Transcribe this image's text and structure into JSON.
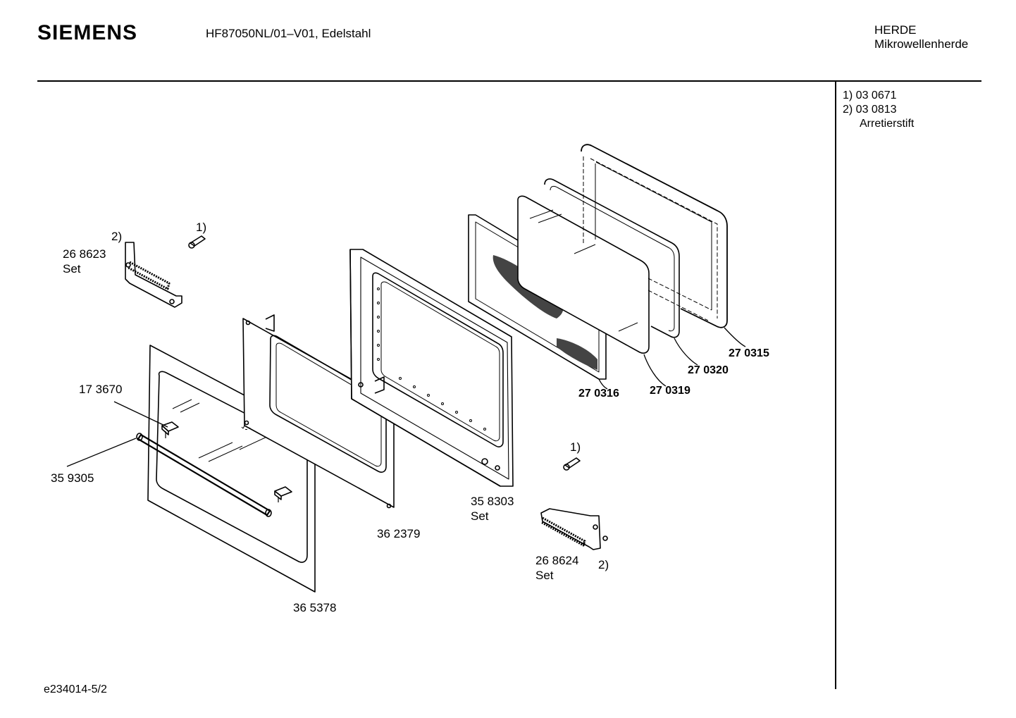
{
  "header": {
    "brand": "SIEMENS",
    "model": "HF87050NL/01–V01, Edelstahl",
    "category": "HERDE",
    "subcategory": "Mikrowellenherde"
  },
  "notes": {
    "line1": "1)  03 0671",
    "line2": "2)  03 0813",
    "line3": "Arretierstift"
  },
  "parts": {
    "hinge_left_note": "2)",
    "hinge_left_number": "26 8623",
    "hinge_left_set": "Set",
    "pin_top_note": "1)",
    "pin_bottom_note": "1)",
    "handle_clip": "17 3670",
    "handle": "35 9305",
    "front_glass": "36 5378",
    "inner_frame": "36 2379",
    "door_frame": "35 8303",
    "door_frame_set": "Set",
    "hinge_right_number": "26 8624",
    "hinge_right_note": "2)",
    "hinge_right_set": "Set",
    "p270316": "27 0316",
    "p270319": "27 0319",
    "p270320": "27 0320",
    "p270315": "27 0315"
  },
  "footer": {
    "code": "e234014-5/2"
  }
}
